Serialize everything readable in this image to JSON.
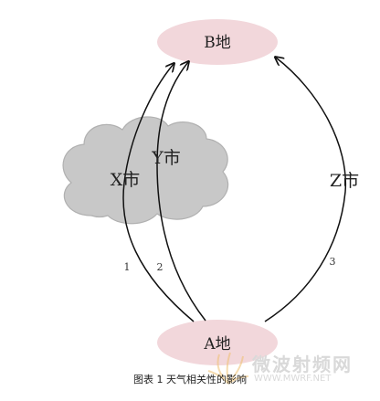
{
  "nodes": {
    "destination": "B地",
    "origin": "A地",
    "city_x": "X市",
    "city_y": "Y市",
    "city_z": "Z市"
  },
  "routes": [
    {
      "label": "1"
    },
    {
      "label": "2"
    },
    {
      "label": "3"
    }
  ],
  "caption": "图表 1 天气相关性的影响",
  "watermark": {
    "name": "微波射频网",
    "url": "WWW.MWRF.NET"
  },
  "colors": {
    "node_fill": "#f2d7db",
    "cloud_fill": "#c8c8c8",
    "arrow": "#111111",
    "watermark": "#d9d9d9"
  }
}
